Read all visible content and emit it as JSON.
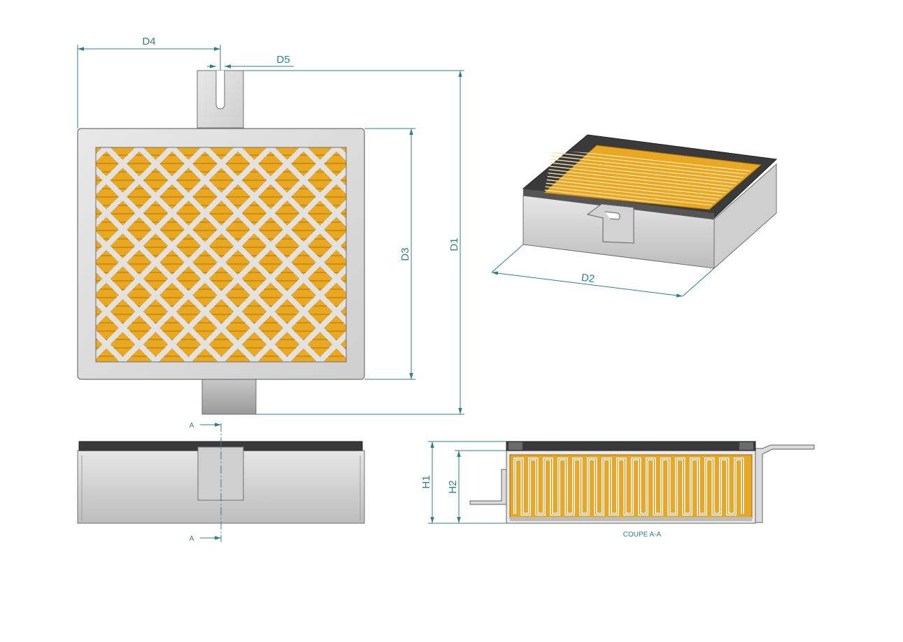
{
  "dimensions": {
    "d1": "D1",
    "d2": "D2",
    "d3": "D3",
    "d4": "D4",
    "d5": "D5",
    "h1": "H1",
    "h2": "H2"
  },
  "section": {
    "marker_top": "A",
    "marker_bottom": "A",
    "caption": "COUPE A-A"
  },
  "colors": {
    "dimension": "#2f7f8a",
    "frame": "#dcdcdc",
    "frame_edge": "#707070",
    "element": "#e9a81f",
    "element_line": "#9a6a10",
    "mesh": "#e2e2e2",
    "gasket": "#3a3a3a"
  }
}
